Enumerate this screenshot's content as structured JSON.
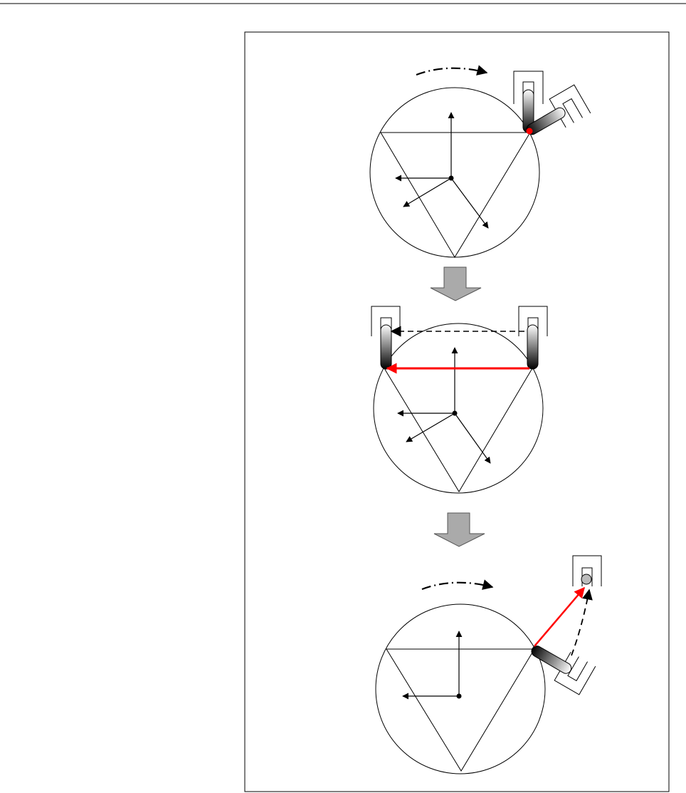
{
  "colors": {
    "ink": "#000000",
    "highlight": "#ff0000",
    "step_arrow": "#aaaaaa",
    "paper": "#ffffff",
    "contact_point": "#ff0000",
    "released_contact": "#bbbbbb"
  },
  "icons": {
    "rotation": "dash-dot-arc-arrow",
    "transition": "down-block-arrow",
    "gripper": "u-shaped-gripper-jaw",
    "finger": "cylindrical-finger"
  },
  "panels": [
    {
      "id": "panel-1",
      "step": 1,
      "state": "rotate-with-two-fingers",
      "rotation_arrow": true,
      "contact_highlight": true
    },
    {
      "id": "panel-2",
      "step": 2,
      "state": "slide-finger-along-edge",
      "slide_arrow": true
    },
    {
      "id": "panel-3",
      "step": 3,
      "state": "rotate-and-release",
      "rotation_arrow": true,
      "release_arrow": true
    }
  ]
}
